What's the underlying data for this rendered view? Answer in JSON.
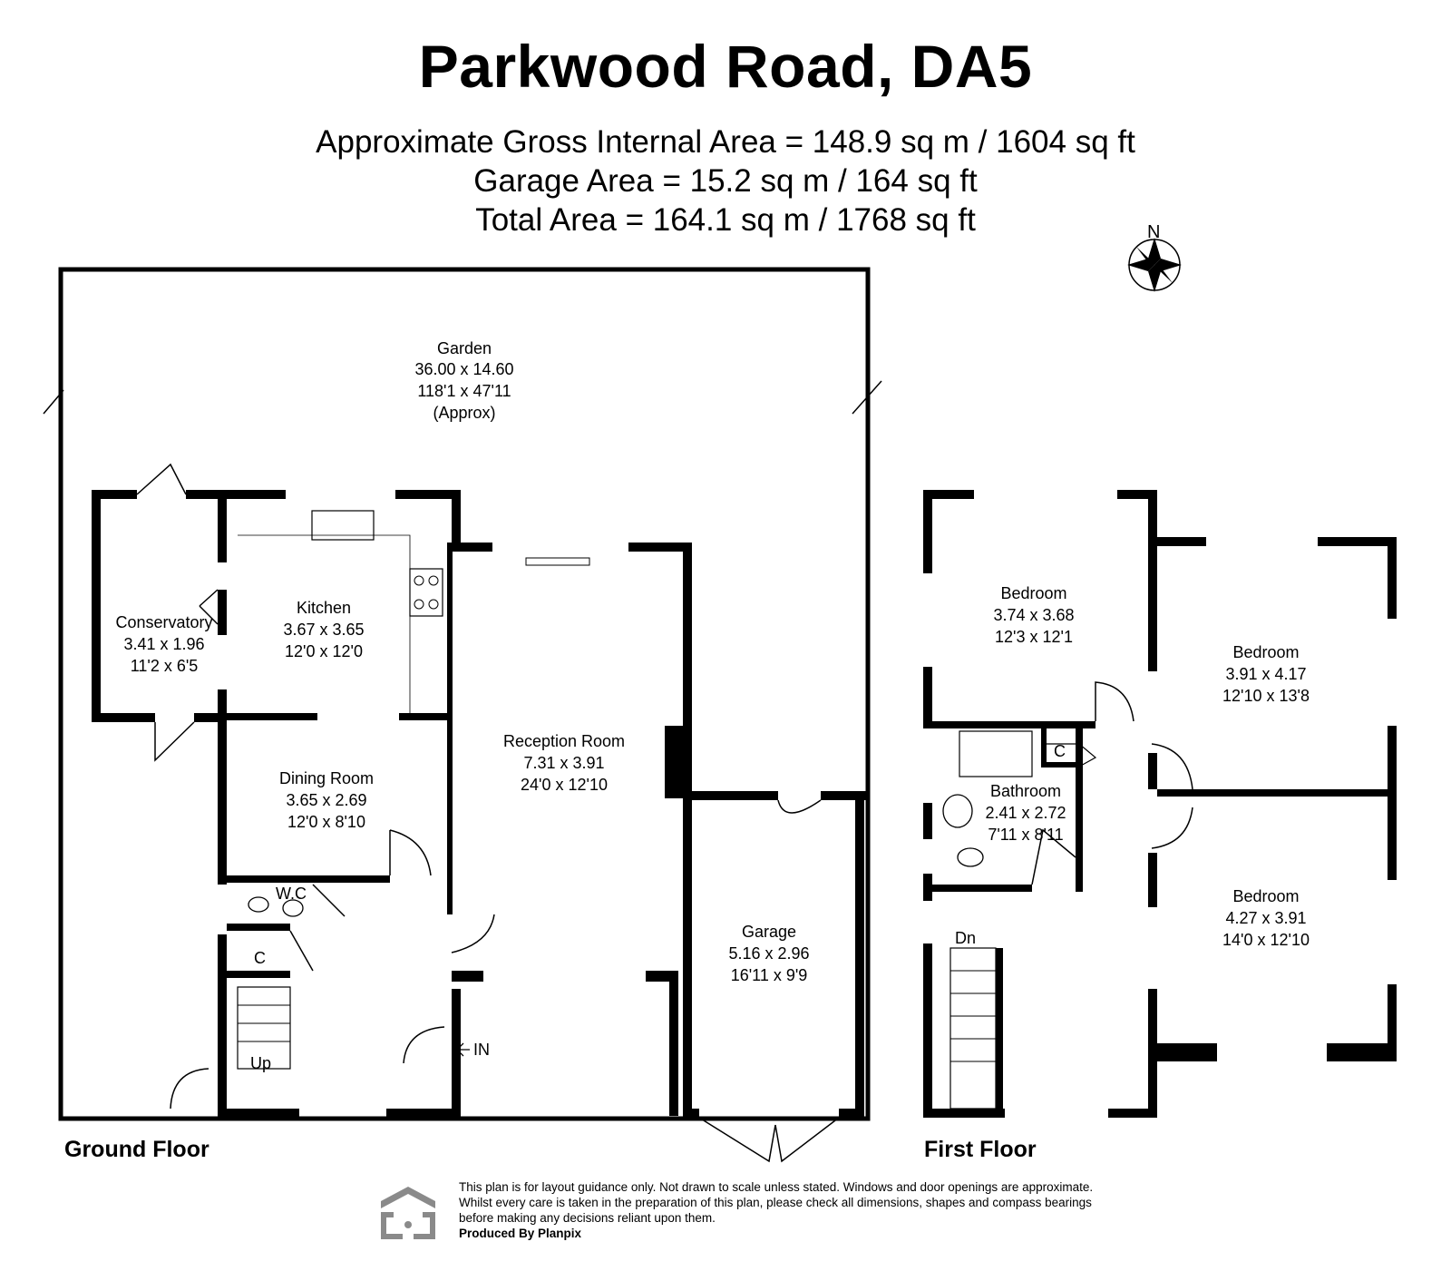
{
  "header": {
    "title": "Parkwood Road, DA5",
    "areas": [
      "Approximate Gross Internal Area = 148.9 sq m / 1604 sq ft",
      "Garage Area = 15.2 sq m / 164 sq ft",
      "Total Area = 164.1 sq m / 1768 sq ft"
    ]
  },
  "compass": {
    "north": "N"
  },
  "ground_floor": {
    "label": "Ground Floor",
    "garden": {
      "name": "Garden",
      "metric": "36.00 x 14.60",
      "imperial": "118'1 x 47'11",
      "note": "(Approx)"
    },
    "conservatory": {
      "name": "Conservatory",
      "metric": "3.41 x 1.96",
      "imperial": "11'2 x 6'5"
    },
    "kitchen": {
      "name": "Kitchen",
      "metric": "3.67 x 3.65",
      "imperial": "12'0 x 12'0"
    },
    "reception": {
      "name": "Reception Room",
      "metric": "7.31 x 3.91",
      "imperial": "24'0 x 12'10"
    },
    "dining": {
      "name": "Dining Room",
      "metric": "3.65 x 2.69",
      "imperial": "12'0 x 8'10"
    },
    "garage": {
      "name": "Garage",
      "metric": "5.16 x 2.96",
      "imperial": "16'11 x 9'9"
    },
    "wc": "W.C",
    "cupboard": "C",
    "up": "Up",
    "entrance": "IN"
  },
  "first_floor": {
    "label": "First Floor",
    "bedroom1": {
      "name": "Bedroom",
      "metric": "3.74 x 3.68",
      "imperial": "12'3 x 12'1"
    },
    "bedroom2": {
      "name": "Bedroom",
      "metric": "3.91 x 4.17",
      "imperial": "12'10 x 13'8"
    },
    "bedroom3": {
      "name": "Bedroom",
      "metric": "4.27 x 3.91",
      "imperial": "14'0 x 12'10"
    },
    "bathroom": {
      "name": "Bathroom",
      "metric": "2.41 x 2.72",
      "imperial": "7'11 x 8'11"
    },
    "cupboard": "C",
    "down": "Dn"
  },
  "footer": {
    "disclaimer": "This plan is for layout guidance only. Not drawn to scale unless stated. Windows and door openings are approximate. Whilst every care is taken in the preparation of this plan, please check all dimensions, shapes and compass bearings before making any decisions reliant upon them.",
    "producer": "Produced By Planpix"
  }
}
